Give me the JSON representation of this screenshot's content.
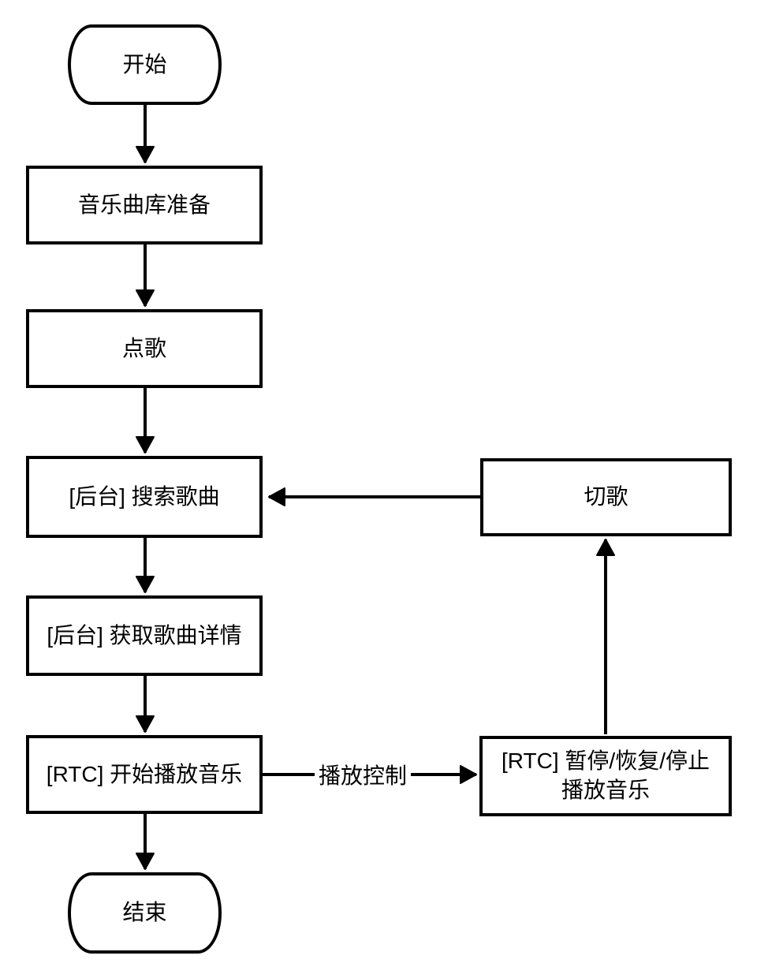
{
  "nodes": {
    "start": {
      "label": "开始"
    },
    "prepare": {
      "label": "音乐曲库准备"
    },
    "pick_song": {
      "label": "点歌"
    },
    "search_song": {
      "label": "[后台] 搜索歌曲"
    },
    "song_detail": {
      "label": "[后台] 获取歌曲详情"
    },
    "start_play": {
      "label": "[RTC] 开始播放音乐"
    },
    "end": {
      "label": "结束"
    },
    "switch_song": {
      "label": "切歌"
    },
    "playback_control": {
      "line1": "[RTC] 暂停/恢复/停止",
      "line2": "播放音乐"
    }
  },
  "edge_labels": {
    "play_control": "播放控制"
  },
  "colors": {
    "stroke": "#000000",
    "fill": "#ffffff"
  }
}
